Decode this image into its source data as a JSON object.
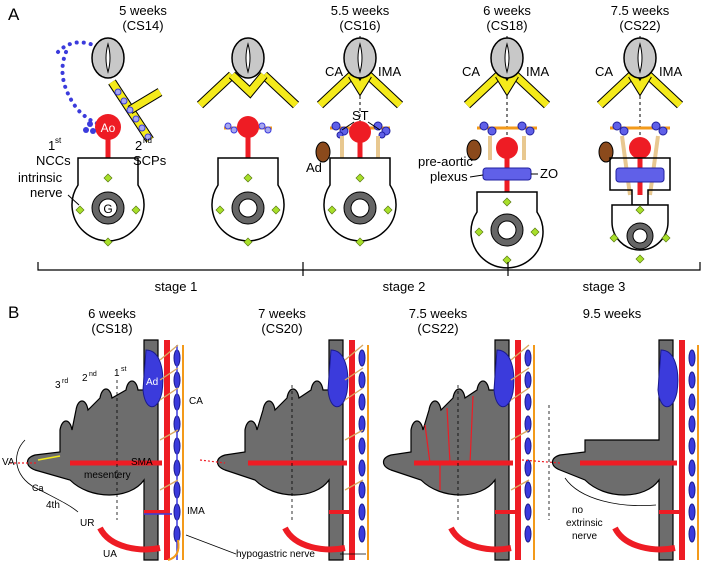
{
  "panel_a": {
    "label": "A",
    "stage_titles": [
      {
        "week": "5 weeks",
        "cs": "(CS14)"
      },
      {
        "week": "5.5 weeks",
        "cs": "(CS16)"
      },
      {
        "week": "6 weeks",
        "cs": "(CS18)"
      },
      {
        "week": "7.5 weeks",
        "cs": "(CS22)"
      }
    ],
    "labels": {
      "ao": "Ao",
      "g": "G",
      "nccs_sup": "st",
      "nccs": "NCCs",
      "scps_sup": "nd",
      "scps": "SCPs",
      "intrinsic_1": "intrinsic",
      "intrinsic_2": "nerve",
      "ca": "CA",
      "ima": "IMA",
      "st": "ST",
      "ad": "Ad",
      "preaortic_1": "pre-aortic",
      "preaortic_2": "plexus",
      "zo": "ZO"
    },
    "stages": [
      "stage 1",
      "stage 2",
      "stage 3"
    ]
  },
  "panel_b": {
    "label": "B",
    "titles": [
      {
        "week": "6 weeks",
        "cs": "(CS18)"
      },
      {
        "week": "7 weeks",
        "cs": "(CS20)"
      },
      {
        "week": "7.5 weeks",
        "cs": "(CS22)"
      },
      {
        "week": "9.5 weeks",
        "cs": ""
      }
    ],
    "labels": {
      "third": "3",
      "third_sup": "rd",
      "second": "2",
      "second_sup": "nd",
      "first": "1",
      "first_sup": "st",
      "ad": "Ad",
      "ca": "CA",
      "va": "VA",
      "sma": "SMA",
      "mesentery": "mesentery",
      "ca_small": "Ca",
      "fourth": "4th",
      "ur": "UR",
      "ima": "IMA",
      "ua": "UA",
      "hypogastric": "hypogastric nerve",
      "no": "no",
      "extrinsic": "extrinsic",
      "nerve": "nerve"
    }
  },
  "colors": {
    "aorta": "#ee1c24",
    "ganglia": "#3b3bdc",
    "sympathetic": "#f4ea1a",
    "gut": "#6d6d6d",
    "nerve_fiber": "#e8c890",
    "adrenal": "#8b4a1c",
    "green_cells": "#a8e02a"
  }
}
